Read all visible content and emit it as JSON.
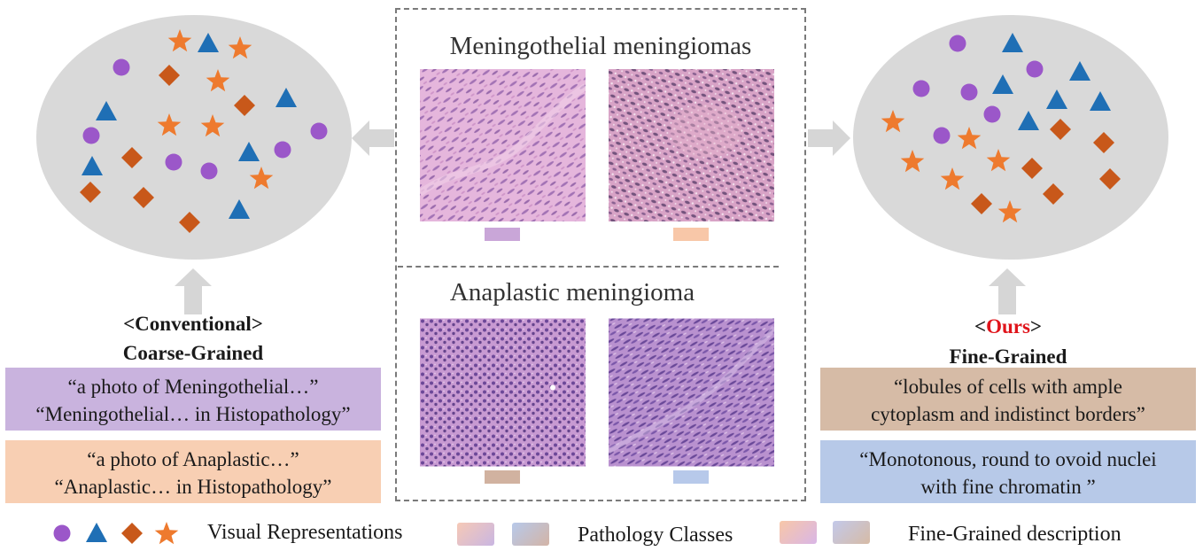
{
  "center": {
    "top_title": "Meningothelial meningiomas",
    "bottom_title": "Anaplastic meningioma"
  },
  "left": {
    "conventional_label": "<Conventional>",
    "grain_label": "Coarse-Grained",
    "prompts": [
      [
        "“a photo of Meningothelial…”",
        "“Meningothelial… in Histopathology”"
      ],
      [
        "“a photo of Anaplastic…”",
        "“Anaplastic… in Histopathology”"
      ]
    ]
  },
  "right": {
    "ours_open": "<",
    "ours_word": "Ours",
    "ours_close": ">",
    "grain_label": "Fine-Grained",
    "prompts": [
      [
        "“lobules of cells with ample",
        "cytoplasm and indistinct borders”"
      ],
      [
        "“Monotonous, round to ovoid nuclei",
        "with fine chromatin ”"
      ]
    ]
  },
  "legend": {
    "visual_label": "Visual Representations",
    "classes_label": "Pathology Classes",
    "description_label": "Fine-Grained description"
  },
  "colors": {
    "purple": "#9b57c9",
    "blue": "#1f6fb5",
    "brown": "#c8581a",
    "orange": "#ee7a2e",
    "ellipse": "#d9d9d9",
    "arrow": "#d6d6d6",
    "prompt_purple": "#c9b3de",
    "prompt_peach": "#f8cfb3",
    "prompt_tan": "#d6bba6",
    "prompt_blue": "#b7c9e8",
    "ours_red": "#e0141b"
  }
}
